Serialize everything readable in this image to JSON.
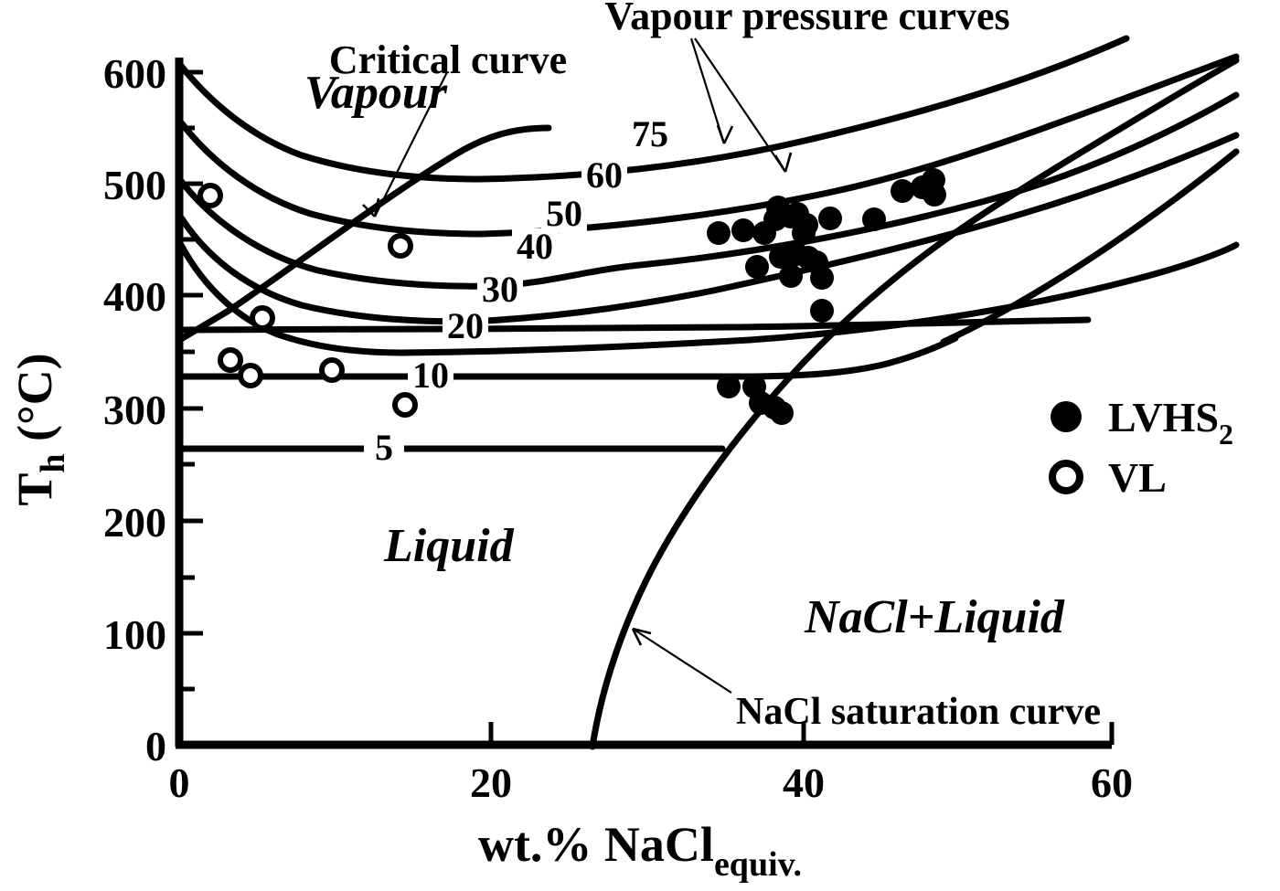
{
  "chart_data": {
    "type": "line",
    "title": "",
    "xlabel": "wt.% NaCl",
    "xlabel_sub": "equiv.",
    "ylabel_main": "T",
    "ylabel_sub": "h",
    "ylabel_unit": " (°C)",
    "xlim": [
      0,
      60
    ],
    "ylim": [
      0,
      600
    ],
    "xticks": [
      "0",
      "20",
      "40",
      "60"
    ],
    "xtick_values": [
      0,
      20,
      40,
      60
    ],
    "yticks": [
      "0",
      "100",
      "200",
      "300",
      "400",
      "500",
      "600"
    ],
    "ytick_values": [
      0,
      100,
      200,
      300,
      400,
      500,
      600
    ],
    "grid": false,
    "legend_position": "right-middle",
    "series": [
      {
        "name": "LVHS2",
        "marker": "filled-circle",
        "color": "#000000",
        "points": [
          [
            34.6,
            455
          ],
          [
            36.2,
            457
          ],
          [
            37.5,
            455
          ],
          [
            38.2,
            467
          ],
          [
            38.4,
            478
          ],
          [
            39.2,
            470
          ],
          [
            39.6,
            472
          ],
          [
            40.2,
            463
          ],
          [
            40.0,
            455
          ],
          [
            41.7,
            469
          ],
          [
            44.5,
            468
          ],
          [
            46.3,
            493
          ],
          [
            47.6,
            497
          ],
          [
            48.3,
            503
          ],
          [
            48.4,
            490
          ],
          [
            37.0,
            437
          ],
          [
            38.5,
            446
          ],
          [
            39.5,
            448
          ],
          [
            40.3,
            445
          ],
          [
            40.8,
            441
          ],
          [
            39.2,
            430
          ],
          [
            41.2,
            428
          ],
          [
            41.8,
            392
          ],
          [
            35.2,
            327
          ],
          [
            36.8,
            327
          ],
          [
            37.2,
            312
          ],
          [
            38.1,
            308
          ],
          [
            38.6,
            303
          ]
        ]
      },
      {
        "name": "VL",
        "marker": "open-circle",
        "color": "#000000",
        "points": [
          [
            2.0,
            489
          ],
          [
            14.2,
            444
          ],
          [
            5.3,
            381
          ],
          [
            3.3,
            347
          ],
          [
            4.6,
            333
          ],
          [
            9.8,
            335
          ],
          [
            14.5,
            308
          ]
        ]
      }
    ],
    "contours": [
      {
        "label": "75",
        "label_x": 31.0,
        "label_y": 544
      },
      {
        "label": "60",
        "label_x": 28.2,
        "label_y": 502
      },
      {
        "label": "50",
        "label_x": 26.0,
        "label_y": 468
      },
      {
        "label": "40",
        "label_x": 24.0,
        "label_y": 442
      },
      {
        "label": "30",
        "label_x": 21.6,
        "label_y": 404
      },
      {
        "label": "20",
        "label_x": 19.5,
        "label_y": 373
      },
      {
        "label": "10",
        "label_x": 17.0,
        "label_y": 331
      },
      {
        "label": "5",
        "label_x": 14.8,
        "label_y": 269
      }
    ],
    "annotations": [
      {
        "id": "vapour-region",
        "text": "Vapour",
        "style": "italic"
      },
      {
        "id": "liquid-region",
        "text": "Liquid",
        "style": "bold-italic"
      },
      {
        "id": "nacl-liquid-region",
        "text": "NaCl+Liquid",
        "style": "bold-italic"
      },
      {
        "id": "critical-curve",
        "text": "Critical curve",
        "style": "bold"
      },
      {
        "id": "vapour-pressure-curves",
        "text": "Vapour pressure curves",
        "style": "bold"
      },
      {
        "id": "nacl-saturation-curve",
        "text": "NaCl saturation curve",
        "style": "bold"
      }
    ]
  },
  "axes": {
    "y_title": "T",
    "y_title_sub": "h",
    "y_title_unit": " (°C)",
    "x_title": "wt.% NaCl",
    "x_title_sub": "equiv."
  },
  "legend": {
    "items": [
      {
        "marker": "filled-circle",
        "label": "LVHS",
        "sub": "2"
      },
      {
        "marker": "open-circle",
        "label": "VL",
        "sub": ""
      }
    ]
  },
  "labels": {
    "vapour": "Vapour",
    "liquid": "Liquid",
    "nacl_liquid": "NaCl+Liquid",
    "critical_curve": "Critical curve",
    "vapour_pressure_curves": "Vapour pressure curves",
    "nacl_saturation_curve": "NaCl saturation curve",
    "contour_75": "75",
    "contour_60": "60",
    "contour_50": "50",
    "contour_40": "40",
    "contour_30": "30",
    "contour_20": "20",
    "contour_10": "10",
    "contour_5": "5",
    "xtick_0": "0",
    "xtick_20": "20",
    "xtick_40": "40",
    "xtick_60": "60",
    "ytick_0": "0",
    "ytick_100": "100",
    "ytick_200": "200",
    "ytick_300": "300",
    "ytick_400": "400",
    "ytick_500": "500",
    "ytick_600": "600"
  },
  "colors": {
    "line": "#000000",
    "background": "#ffffff",
    "marker": "#000000"
  }
}
